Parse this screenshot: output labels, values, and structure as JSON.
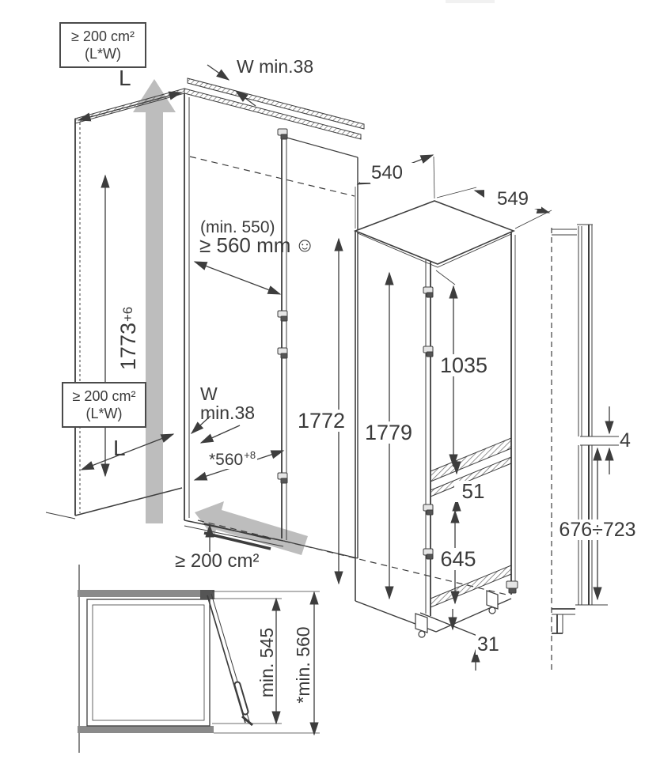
{
  "page": {
    "bg": "#ffffff",
    "line_color": "#3d3d3d",
    "flow_arrow_color": "#bdbdbd",
    "band_gray": "#8a8a8a",
    "units": "mm"
  },
  "niche_view": {
    "vent_area_top_box": {
      "line1": "≥ 200 cm²",
      "line2": "(L*W)"
    },
    "vent_area_mid_box": {
      "line1": "≥ 200 cm²",
      "line2": "(L*W)"
    },
    "vent_area_bottom": "≥ 200 cm²",
    "vent_length_top": "L",
    "vent_length_bottom": "L",
    "vent_width_top": "W min.38",
    "vent_width_mid_line1": "W",
    "vent_width_mid_line2": "min.38",
    "niche_height": {
      "value": "1773",
      "tolerance": "+6"
    },
    "niche_depth_note": "(min. 550)",
    "niche_depth": "≥ 560 mm",
    "niche_depth_smiley": "☺",
    "niche_width": {
      "value": "*560",
      "tolerance": "+8"
    },
    "door_panel_height": "1772"
  },
  "appliance_view": {
    "width": "540",
    "depth": "549",
    "height": "1779",
    "upper_door_height": "1035",
    "door_gap": "51",
    "lower_door_height": "645",
    "bottom_clearance": "31"
  },
  "side_view": {
    "panel_gap": "4",
    "lower_panel_height_range": "676÷723"
  },
  "top_view": {
    "clearance_min": "min. 545",
    "clearance_min_star": "*min. 560"
  }
}
